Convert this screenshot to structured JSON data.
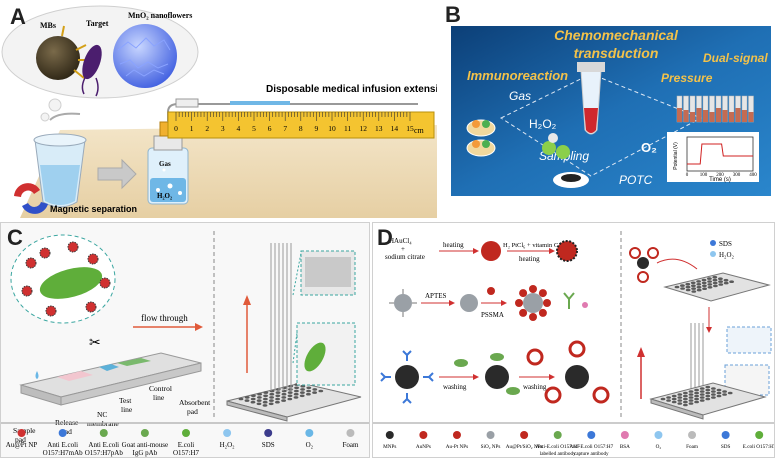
{
  "panels": [
    {
      "letter": "A"
    },
    {
      "letter": "B"
    },
    {
      "letter": "C"
    },
    {
      "letter": "D"
    }
  ],
  "panelA": {
    "mbs": "MBs",
    "target": "Target",
    "mno2": "MnO₂ nanoflowers",
    "line": "Disposable medical infusion extension line",
    "gas": "Gas",
    "h2o2": "H₂O₂",
    "magnetic": "Magnetic separation",
    "ruler_ticks": [
      "0",
      "1",
      "2",
      "3",
      "4",
      "5",
      "6",
      "7",
      "8",
      "9",
      "10",
      "11",
      "12",
      "13",
      "14",
      "15"
    ],
    "ruler_unit": "cm"
  },
  "panelB": {
    "title1": "Chemomechanical",
    "title2": "transduction",
    "immuno": "Immunoreaction",
    "pressure": "Pressure",
    "dual": "Dual-signal",
    "gas": "Gas",
    "h2o2": "H₂O₂",
    "o2": "O₂",
    "sampling": "Sampling",
    "potc": "POTC",
    "ylabel": "Potential (V)",
    "xlabel": "Time (s)",
    "xticks": [
      "0",
      "100",
      "200",
      "300",
      "400"
    ]
  },
  "panelC": {
    "flow": "flow through",
    "sample_pad": "Sample\npad",
    "release_pad": "Release\npad",
    "nc_membrane": "NC\nmembrane",
    "test_line": "Test\nline",
    "control_line": "Control\nline",
    "absorbent_pad": "Absorbent\npad",
    "legend": [
      {
        "l1": "Au@Pt NP",
        "l2": ""
      },
      {
        "l1": "Anti E.coli",
        "l2": "O157:H7mAb"
      },
      {
        "l1": "Anti E.coli",
        "l2": "O157:H7pAb"
      },
      {
        "l1": "Goat anti-mouse",
        "l2": "IgG  pAb"
      },
      {
        "l1": "E.coli",
        "l2": "O157:H7"
      },
      {
        "l1": "H₂O₂",
        "l2": ""
      },
      {
        "l1": "SDS",
        "l2": ""
      },
      {
        "l1": "O₂",
        "l2": ""
      },
      {
        "l1": "Foam",
        "l2": ""
      }
    ]
  },
  "panelD": {
    "haucl4": "HAuCl₄",
    "plus": "+",
    "citrate": "sodium citrate",
    "heating1": "heating",
    "reagents": "H₂ PtCl₆ + vitamin C",
    "heating2": "heating",
    "aptes": "APTES",
    "pssma": "PSSMA",
    "washing1": "washing",
    "washing2": "washing",
    "sds": "SDS",
    "h2o2": "H₂O₂",
    "legend": [
      {
        "l1": "MNPs",
        "l2": ""
      },
      {
        "l1": "AuNPs",
        "l2": ""
      },
      {
        "l1": "Au-Pt NPs",
        "l2": ""
      },
      {
        "l1": "SiO₂ NPs",
        "l2": ""
      },
      {
        "l1": "Au@Pt/SiO₂ NPs",
        "l2": ""
      },
      {
        "l1": "Anti-E.coli O157:H7",
        "l2": "labelled antibody"
      },
      {
        "l1": "Anti-E.coli O157:H7",
        "l2": "capture antibody"
      },
      {
        "l1": "BSA",
        "l2": ""
      },
      {
        "l1": "O₂",
        "l2": ""
      },
      {
        "l1": "Foam",
        "l2": ""
      },
      {
        "l1": "SDS",
        "l2": ""
      },
      {
        "l1": "E.coli O157:H7",
        "l2": ""
      }
    ]
  }
}
